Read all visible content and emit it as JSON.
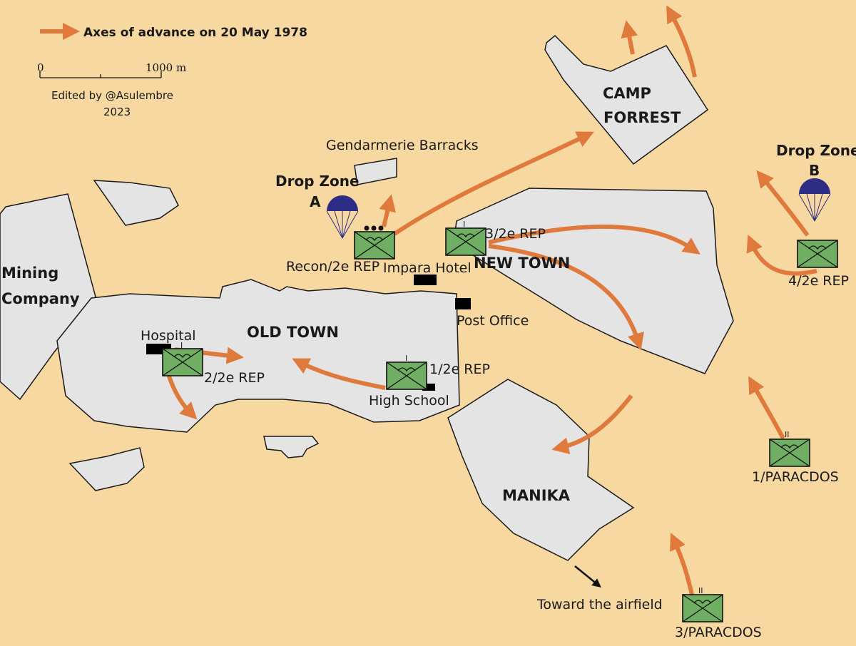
{
  "legend": {
    "label": "Axes of advance on 20 May 1978",
    "scale_start": "0",
    "scale_end": "1000 m",
    "credit_line1": "Edited by @Asulembre",
    "credit_line2": "2023"
  },
  "areas": {
    "camp_forrest_line1": "CAMP",
    "camp_forrest_line2": "FORREST",
    "new_town": "NEW TOWN",
    "old_town": "OLD TOWN",
    "manika": "MANIKA",
    "mining_line1": "Mining",
    "mining_line2": "Company"
  },
  "places": {
    "gendarmerie": "Gendarmerie Barracks",
    "impara_hotel": "Impara Hotel",
    "post_office": "Post Office",
    "hospital": "Hospital",
    "high_school": "High School",
    "toward_airfield": "Toward the airfield"
  },
  "drop_zones": {
    "a_line1": "Drop Zone",
    "a_line2": "A",
    "b_line1": "Drop Zone",
    "b_line2": "B"
  },
  "units": {
    "recon": "Recon/2e REP",
    "rep1": "1/2e REP",
    "rep2": "2/2e REP",
    "rep3": "3/2e REP",
    "rep4": "4/2e REP",
    "paracdos1": "1/PARACDOS",
    "paracdos3": "3/PARACDOS",
    "size_company": "I",
    "size_battalion": "II"
  },
  "colors": {
    "background": "#f7d8a0",
    "built_area": "#e4e4e4",
    "arrow": "#e07a3c",
    "unit_fill": "#6fae63",
    "parachute": "#2d2d86",
    "building": "#000000"
  },
  "icons": {
    "unit_symbol": "nato-airborne-infantry-icon",
    "drop_zone": "parachute-icon",
    "advance": "orange-arrow-icon"
  }
}
